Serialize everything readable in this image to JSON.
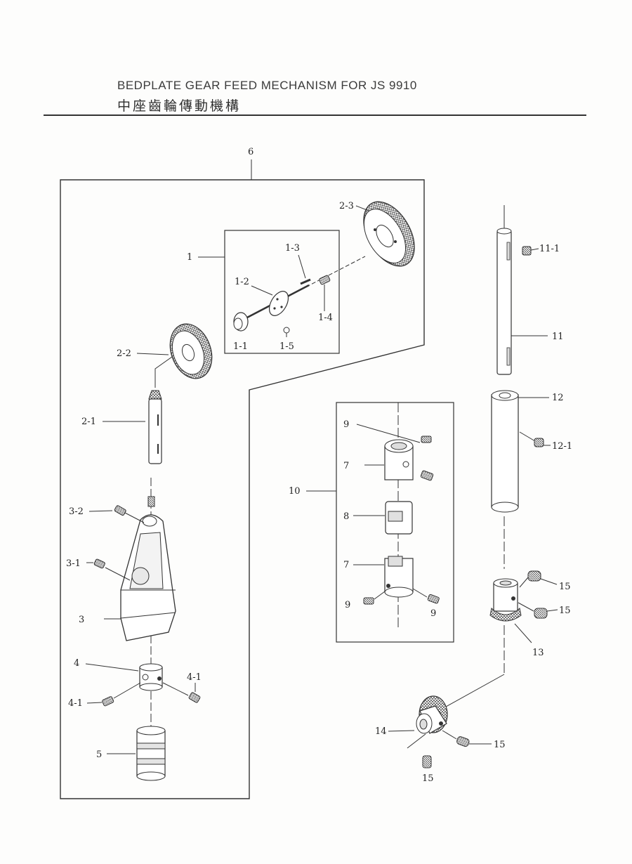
{
  "header": {
    "title_en": "BEDPLATE GEAR FEED MECHANISM FOR   JS 9910",
    "title_zh": "中座齒輪傳動機構"
  },
  "labels": {
    "l6": "6",
    "l1": "1",
    "l1_1": "1-1",
    "l1_2": "1-2",
    "l1_3": "1-3",
    "l1_4": "1-4",
    "l1_5": "1-5",
    "l2_1": "2-1",
    "l2_2": "2-2",
    "l2_3": "2-3",
    "l3": "3",
    "l3_1": "3-1",
    "l3_2": "3-2",
    "l4": "4",
    "l4_1a": "4-1",
    "l4_1b": "4-1",
    "l5": "5",
    "l7a": "7",
    "l7b": "7",
    "l8": "8",
    "l9a": "9",
    "l9b": "9",
    "l9c": "9",
    "l10": "10",
    "l11": "11",
    "l11_1": "11-1",
    "l12": "12",
    "l12_1": "12-1",
    "l13": "13",
    "l14": "14",
    "l15a": "15",
    "l15b": "15",
    "l15c": "15",
    "l15d": "15"
  }
}
